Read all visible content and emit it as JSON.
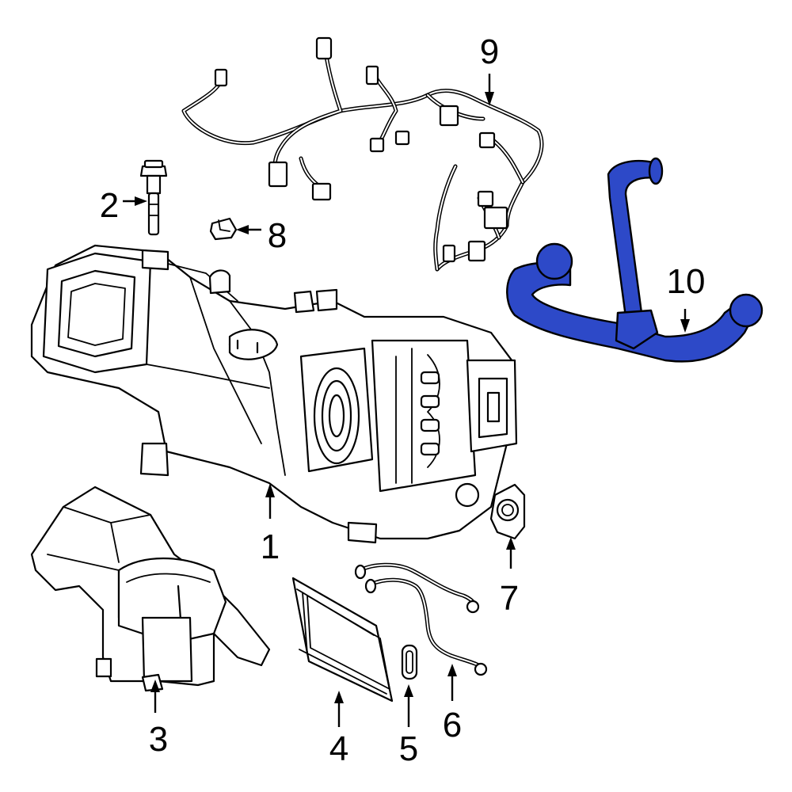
{
  "diagram": {
    "highlight_color": "#2d49c8",
    "callouts": [
      {
        "id": "c1",
        "label": "1"
      },
      {
        "id": "c2",
        "label": "2"
      },
      {
        "id": "c3",
        "label": "3"
      },
      {
        "id": "c4",
        "label": "4"
      },
      {
        "id": "c5",
        "label": "5"
      },
      {
        "id": "c6",
        "label": "6"
      },
      {
        "id": "c7",
        "label": "7"
      },
      {
        "id": "c8",
        "label": "8"
      },
      {
        "id": "c9",
        "label": "9"
      },
      {
        "id": "c10",
        "label": "10"
      }
    ]
  }
}
